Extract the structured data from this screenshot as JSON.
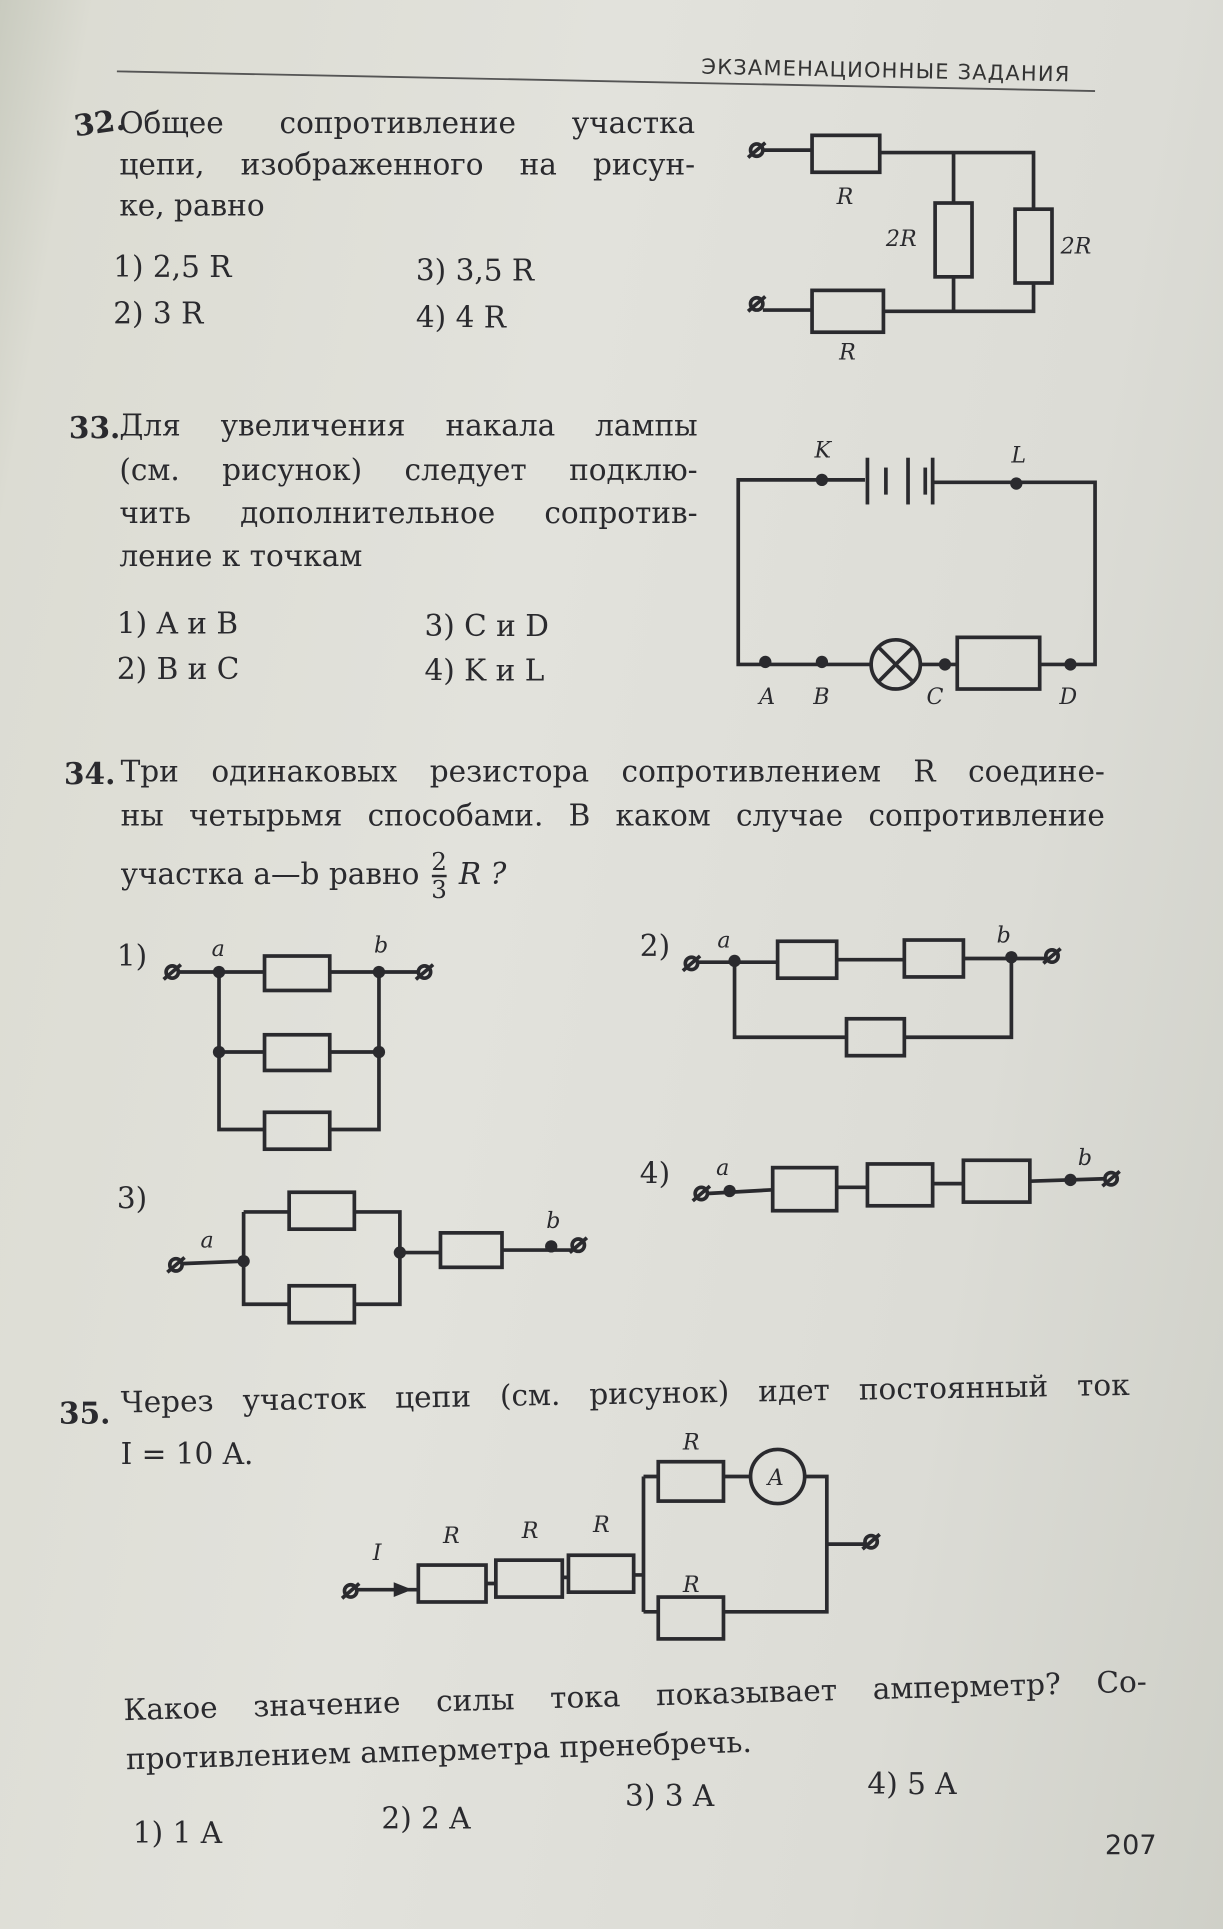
{
  "header": "ЭКЗАМЕНАЦИОННЫЕ ЗАДАНИЯ",
  "q32": {
    "num": "32.",
    "lines": [
      "Общее сопротивление участка",
      "цепи, изображенного на рисун-",
      "ке, равно"
    ],
    "answers": [
      "1) 2,5 R",
      "2) 3 R",
      "3) 3,5 R",
      "4) 4 R"
    ],
    "labels": {
      "r_top": "R",
      "r_mid": "2R",
      "r_right": "2R",
      "r_bottom": "R"
    }
  },
  "q33": {
    "num": "33.",
    "lines": [
      "Для увеличения накала лампы",
      "(см. рисунок) следует подклю-",
      "чить дополнительное сопротив-",
      "ление к точкам"
    ],
    "answers": [
      "1) A и B",
      "2) B и C",
      "3) C и D",
      "4) K и L"
    ],
    "labels": {
      "k": "K",
      "l": "L",
      "a": "A",
      "b": "B",
      "c": "C",
      "d": "D"
    }
  },
  "q34": {
    "num": "34.",
    "line1": "Три одинаковых резистора сопротивлением R соедине-",
    "line2": "ны четырьмя способами. В каком случае сопротивление",
    "line3_pre": "участка a—b равно",
    "frac_num": "2",
    "frac_den": "3",
    "line3_post": "R ?",
    "variants": [
      "1)",
      "2)",
      "3)",
      "4)"
    ],
    "a": "a",
    "b": "b"
  },
  "q35": {
    "num": "35.",
    "line1": "Через участок цепи (см. рисунок) идет постоянный ток",
    "line2": "I = 10 A.",
    "line3": "Какое значение силы тока показывает амперметр? Со-",
    "line4": "противлением амперметра пренебречь.",
    "answers": [
      "1) 1 A",
      "2) 2 A",
      "3) 3 A",
      "4) 5 A"
    ],
    "labels": {
      "i": "I",
      "r": "R",
      "ammeter": "A"
    }
  },
  "page_number": "207"
}
